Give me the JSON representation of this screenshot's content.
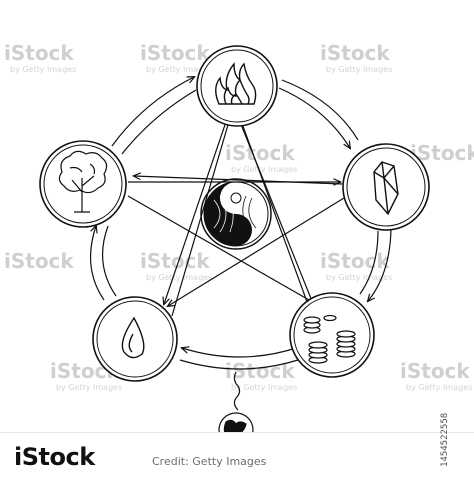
{
  "diagram": {
    "center_symbol": "yin-yang",
    "elements": [
      {
        "id": "fire",
        "icon": "flame-icon"
      },
      {
        "id": "metal",
        "icon": "crystal-icon"
      },
      {
        "id": "water",
        "icon": "coins-icon"
      },
      {
        "id": "wood",
        "icon": "water-drop-icon"
      },
      {
        "id": "earth",
        "icon": "tree-icon"
      }
    ],
    "extra": {
      "icon": "lightbulb-globe-icon"
    }
  },
  "watermark": {
    "brand": "iStock",
    "credit": "by Getty Images"
  },
  "footer": {
    "brand": "iStock",
    "credit": "Credit: Getty Images",
    "image_id": "1454522558"
  }
}
